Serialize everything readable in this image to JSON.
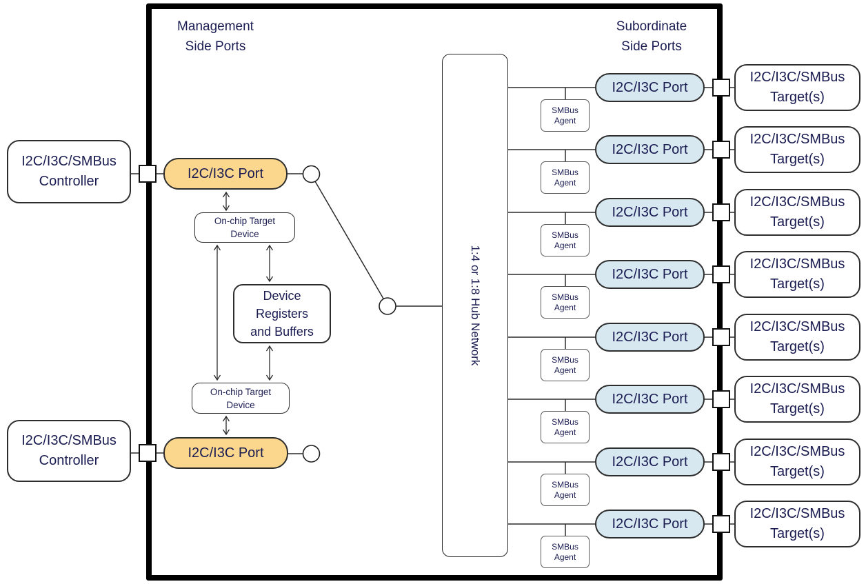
{
  "title_labels": {
    "management": "Management\nSide Ports",
    "subordinate": "Subordinate\nSide Ports"
  },
  "hub": {
    "label": "1:4 or 1:8 Hub Network"
  },
  "management_side": {
    "controllers": [
      "I2C/I3C/SMBus\nController",
      "I2C/I3C/SMBus\nController"
    ],
    "ports": [
      "I2C/I3C Port",
      "I2C/I3C Port"
    ],
    "onchip_targets": [
      "On-chip Target\nDevice",
      "On-chip Target\nDevice"
    ],
    "registers": "Device\nRegisters\nand Buffers"
  },
  "rows": [
    {
      "port": "I2C/I3C Port",
      "agent": "SMBus\nAgent",
      "target": "I2C/I3C/SMBus\nTarget(s)"
    },
    {
      "port": "I2C/I3C Port",
      "agent": "SMBus\nAgent",
      "target": "I2C/I3C/SMBus\nTarget(s)"
    },
    {
      "port": "I2C/I3C Port",
      "agent": "SMBus\nAgent",
      "target": "I2C/I3C/SMBus\nTarget(s)"
    },
    {
      "port": "I2C/I3C Port",
      "agent": "SMBus\nAgent",
      "target": "I2C/I3C/SMBus\nTarget(s)"
    },
    {
      "port": "I2C/I3C Port",
      "agent": "SMBus\nAgent",
      "target": "I2C/I3C/SMBus\nTarget(s)"
    },
    {
      "port": "I2C/I3C Port",
      "agent": "SMBus\nAgent",
      "target": "I2C/I3C/SMBus\nTarget(s)"
    },
    {
      "port": "I2C/I3C Port",
      "agent": "SMBus\nAgent",
      "target": "I2C/I3C/SMBus\nTarget(s)"
    },
    {
      "port": "I2C/I3C Port",
      "agent": "SMBus\nAgent",
      "target": "I2C/I3C/SMBus\nTarget(s)"
    }
  ],
  "colors": {
    "management_port_fill": "#FAD78C",
    "subordinate_port_fill": "#D7E8F1",
    "text": "#1A1C52",
    "line": "#2A2A2A",
    "chip_border": "#000000"
  }
}
